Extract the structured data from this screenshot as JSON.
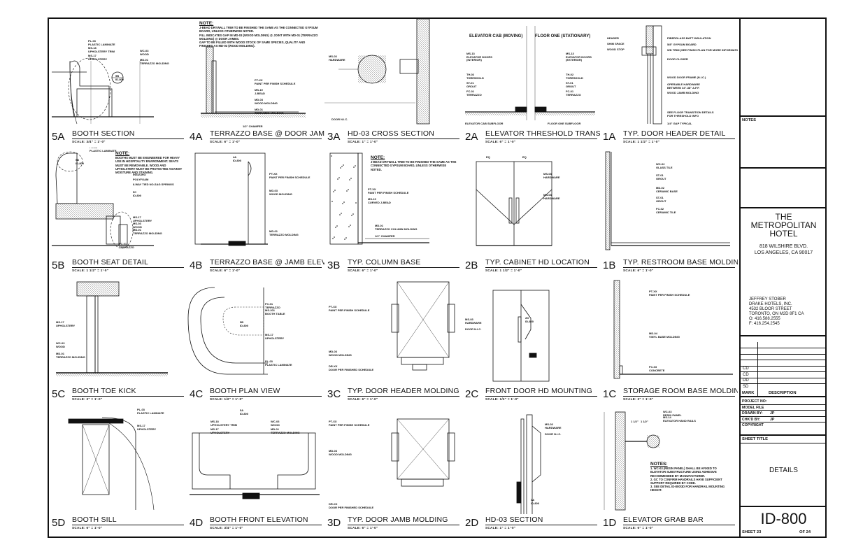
{
  "details": [
    {
      "id": "5A",
      "title": "BOOTH SECTION",
      "scale": "SCALE: 3/4\" = 1'-0\""
    },
    {
      "id": "4A",
      "title": "TERRAZZO BASE @ DOOR JAMB",
      "scale": "SCALE: 6\" = 1'-0\""
    },
    {
      "id": "3A",
      "title": "HD-03 CROSS SECTION",
      "scale": "SCALE: 1\" = 1'-0\""
    },
    {
      "id": "2A",
      "title": "ELEVATOR THRESHOLD TRANS.",
      "scale": "SCALE: 6\" = 1'-0\""
    },
    {
      "id": "1A",
      "title": "TYP. DOOR HEADER DETAIL",
      "scale": "SCALE: 1 1/2\" = 1'-0\""
    },
    {
      "id": "5B",
      "title": "BOOTH SEAT DETAIL",
      "scale": "SCALE: 1 1/2\" = 1'-0\""
    },
    {
      "id": "4B",
      "title": "TERRAZZO BASE @ JAMB ELEV.",
      "scale": "SCALE: 6\" = 1'-0\""
    },
    {
      "id": "3B",
      "title": "TYP. COLUMN BASE",
      "scale": "SCALE: 6\" = 1'-0\""
    },
    {
      "id": "2B",
      "title": "TYP. CABINET HD LOCATION",
      "scale": "SCALE: 1 1/2\" = 1'-0\""
    },
    {
      "id": "1B",
      "title": "TYP. RESTROOM BASE MOLDING",
      "scale": "SCALE: 6\" = 1'-0\""
    },
    {
      "id": "5C",
      "title": "BOOTH TOE KICK",
      "scale": "SCALE: 3\" = 1'-0\""
    },
    {
      "id": "4C",
      "title": "BOOTH PLAN VIEW",
      "scale": "SCALE: 1/2\" = 1'-0\""
    },
    {
      "id": "3C",
      "title": "TYP. DOOR HEADER MOLDING",
      "scale": "SCALE: 6\" = 1'-0\""
    },
    {
      "id": "2C",
      "title": "FRONT DOOR HD MOUNTING",
      "scale": "SCALE: 1/2\" = 1'-0\""
    },
    {
      "id": "1C",
      "title": "STORAGE ROOM BASE MOLDING",
      "scale": "SCALE: 3\" = 1'-0\""
    },
    {
      "id": "5D",
      "title": "BOOTH SILL",
      "scale": "SCALE: 6\" = 1'-0\""
    },
    {
      "id": "4D",
      "title": "BOOTH FRONT ELEVATION",
      "scale": "SCALE: 3/4\" = 1'-0\""
    },
    {
      "id": "3D",
      "title": "TYP. DOOR JAMB MOLDING",
      "scale": "SCALE: 6\" = 1'-0\""
    },
    {
      "id": "2D",
      "title": "HD-03 SECTION",
      "scale": "SCALE: 1\" = 1'-0\""
    },
    {
      "id": "1D",
      "title": "ELEVATOR GRAB BAR",
      "scale": "SCALE: 6\" = 1'-0\""
    }
  ],
  "labels": {
    "5A": [
      "PL-03\nPLASTIC LAMINATE",
      "MS-18\nUPHOLSTERY TRIM",
      "MS-17\nUPHOLSTERY",
      "WC-03\nWOOD",
      "MD-01\nTERRAZZO MOLDING",
      "5B\nID-800"
    ],
    "4A_note_head": "NOTE:",
    "4A_note": "J-BEAD DRYWALL TRIM TO BE FINISHED THE SAME AS THE CONNECTED GYPSUM BOARD, UNLESS OTHERWISE NOTED.\nFILL INDICATES GAP IN MD-03 (WOOD MOLDING) @ JOINT WITH MD-01 (TERRAZZO MOLDING) @ DOOR JAMBS.\nGAP TO BE FILLED WITH WOOD STOCK OF SAME SPECIES, QUALITY AND FINISHED AS MD-03 (WOOD MOLDING).",
    "4A": [
      "PT-XX\nPAINT PER FINISH SCHEDULE",
      "MS-19\nJ-BEAD",
      "MD-03\nWOOD MOLDING",
      "MD-01\nTERRAZZO MOLDING",
      "1/2\" CHAMFER"
    ],
    "3A": [
      "MS-03\nHARDWARE",
      "DOOR N.I.C."
    ],
    "2A_head1": "ELEVATOR CAB (MOVING)",
    "2A_head2": "FLOOR ONE (STATIONARY)",
    "2A": [
      "MS-13\nELEVATOR DOORS\n(INTERIOR)",
      "TH-02\nTHRESHOLD",
      "ST-01\nGROUT",
      "FC-01\nTERRAZZO",
      "MS-13\nELEVATOR DOORS\n(EXTERIOR)",
      "TH-02\nTHRESHOLD",
      "ST-01\nGROUT",
      "FC-01\nTERRAZZO",
      "ELEVATOR CAB SUBFLOOR",
      "FLOOR ONE SUBFLOOR"
    ],
    "1A": [
      "HEADER",
      "SHIM SPACE",
      "WOOD STOP",
      "FIBERGLASS BATT INSULATION",
      "5/8\" GYPSUM BOARD",
      "WD TRIM (SEE FINISH PLAN FOR MORE INFORMATION)",
      "DOOR CLOSER",
      "WOOD DOOR FRAME (N.I.C.)",
      "OPERABLE HARDWARE\nBETWEEN 34\"-38\" A.F.F.",
      "WOOD JAMB MOLDING",
      "SEE FLOOR TRANSITION DETAILS\nFOR THRESHOLD INFO",
      "1/4\" GAP TYPICAL"
    ],
    "5B_note_head": "NOTE:",
    "5B_note": "BOOTHS MUST BE ENGINEERED FOR HEAVY USE IN HOSPITALITY ENVIRONMENT. SEATS MUST BE REMOVABLE. WOOD AND UPHOLSTERY MUST BE PROTECTED AGAINST MOISTURE AND STAINING.",
    "5B": [
      "PL-03\nPLASTIC LAMINATE",
      "5D\nID-800",
      "INSULWO",
      "POLYFOAM",
      "8-WAY TIED NO-SAG SPRINGS",
      "5C\nID-800",
      "MS-17\nUPHOLSTERY",
      "MS-03\nWOOD",
      "MD-01\nTERRAZZO MOLDING",
      "FC-01\nTERRAZZO"
    ],
    "4B": [
      "PT-XX\nPAINT PER FINISH SCHEDULE",
      "MD-03\nWOOD MOLDING",
      "MD-01\nTERRAZZO MOLDING",
      "4A\nID-800"
    ],
    "3B_note_head": "NOTE:",
    "3B_note": "J-BEAD DRYWALL TRIM TO BE FINISHED THE SAME AS THE CONNECTED GYPSUM BOARD, UNLESS OTHERWISE NOTED.",
    "3B": [
      "PT-XX\nPAINT PER FINISH SCHEDULE",
      "MS-19\nCURVED J-BEAD",
      "MD-01\nTERRAZZO COLUMN MOLDING",
      "1/2\" CHAMFER"
    ],
    "2B": [
      "MS-03\nHARDWARE",
      "MS-03\nHARDWARE",
      "EQ",
      "EQ"
    ],
    "1B": [
      "WC-02\nGLASS TILE",
      "ST-01\nGROUT",
      "MD-02\nCERAMIC BASE",
      "ST-01\nGROUT",
      "FC-02\nCERAMIC TILE"
    ],
    "5C": [
      "MS-17\nUPHOLSTERY",
      "WC-03\nWOOD",
      "MD-01\nTERRAZZO MOLDING"
    ],
    "4C": [
      "FC-01\nTERRAZZO",
      "MS-201\nBOOTH TABLE",
      "MS-17\nUPHOLSTERY",
      "PL-03\nPLASTIC LAMINATE",
      "5B\nID-800"
    ],
    "3C": [
      "PT-XX\nPAINT PER FINISH SCHEDULE",
      "MD-03\nWOOD MOLDING",
      "DR-XX\nDOOR PER FINISHED SCHEDULE"
    ],
    "2C": [
      "MS-03\nHARDWARE",
      "DOOR N.I.C.",
      "2D\nID-800"
    ],
    "1C": [
      "PT-XX\nPAINT PER FINISH SCHEDULE",
      "MD-04\nVINYL BASE MOLDING",
      "FC-03\nCONCRETE"
    ],
    "5D": [
      "PL-03\nPLASTIC LAMINATE",
      "MS-17\nUPHOLSTERY"
    ],
    "4D": [
      "MS-18\nUPHOLSTERY TRIM",
      "MS-17\nUPHOLSTERY",
      "WC-03\nWOOD",
      "MD-01\nTERRAZZO MOLDING",
      "5A\nID-800"
    ],
    "3D": [
      "PT-XX\nPAINT PER FINISH SCHEDULE",
      "MD-03\nWOOD MOLDING",
      "DR-XX\nDOOR PER FINISHED SCHEDULE"
    ],
    "2D": [
      "MS-03\nHARDWARE",
      "DOOR N.I.C.",
      "3A\nID-800"
    ],
    "1D_note_head": "NOTES:",
    "1D_note": "1. WC-03 (RESIN PANEL) SHALL BE AFIXED TO ELEVATOR SUBSTRUCTURE USING ADHESIVE RECOMMENDED BY MANUFACTURER.\n2. GC TO CONFIRM HANDRAILS HAVE SUFFICIENT SUPPORT REQUIRED BY CODE.\n3. SEE DETAIL ID-800/3D FOR HANDRAIL MOUNTING HEIGHT.",
    "1D": [
      "WC-03\nRESIN PANEL",
      "MS-14\nELEVATOR HAND RAILS",
      "1 1/2\"",
      "1 1/2\""
    ]
  },
  "title_block": {
    "notes_label": "NOTES",
    "project_name": "THE\nMETROPOLITAN\nHOTEL",
    "project_address": "818 WILSHIRE BLVD.\nLOS ANGELES, CA 90017",
    "client": "JEFFREY STOBER\nDRAKE HOTELS, INC.\n4532 BLOOR STREET\nTORONTO, ON M2D 8F1 CA\nO: 416.588.2555\nF: 416.254.2545",
    "revisions": [
      "",
      "",
      "",
      "CD",
      "CD",
      "DD",
      "SD"
    ],
    "mark_label": "MARK",
    "description_label": "DESCRIPTION",
    "info": [
      {
        "k": "PROJECT NO:",
        "v": ""
      },
      {
        "k": "MODEL FILE",
        "v": ""
      },
      {
        "k": "DRAWN BY:",
        "v": "JP"
      },
      {
        "k": "CHK'D BY:",
        "v": "JP"
      },
      {
        "k": "COPYRIGHT",
        "v": ""
      }
    ],
    "sheet_title_label": "SHEET TITLE",
    "sheet_title": "DETAILS",
    "sheet_number": "ID-800",
    "sheet_of": "SHEET 23",
    "sheet_total": "OF 24"
  }
}
